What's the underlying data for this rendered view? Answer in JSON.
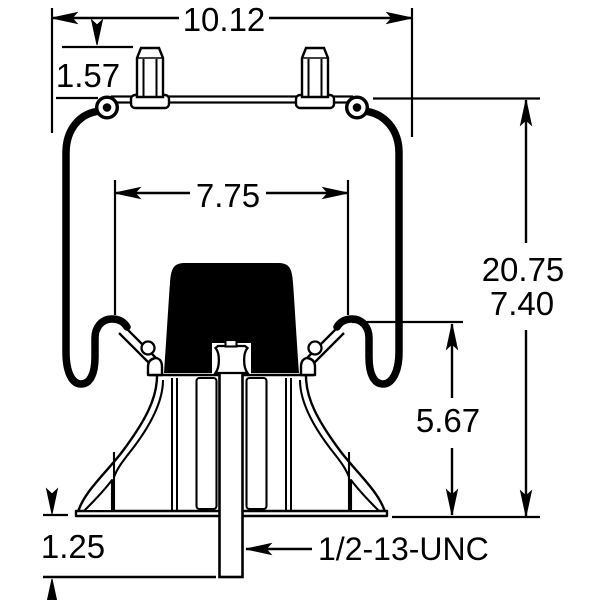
{
  "drawing": {
    "type": "air-spring-cross-section-technical-drawing",
    "colors": {
      "line": "#000000",
      "background": "#ffffff",
      "bumper_fill": "#000000"
    },
    "dimensions": {
      "overall_width": "10.12",
      "stud_height": "1.57",
      "piston_diameter": "7.75",
      "extended_height": "20.75",
      "design_height": "7.40",
      "piston_height": "5.67",
      "stud_length": "1.25",
      "thread_callout": "1/2-13-UNC"
    }
  }
}
